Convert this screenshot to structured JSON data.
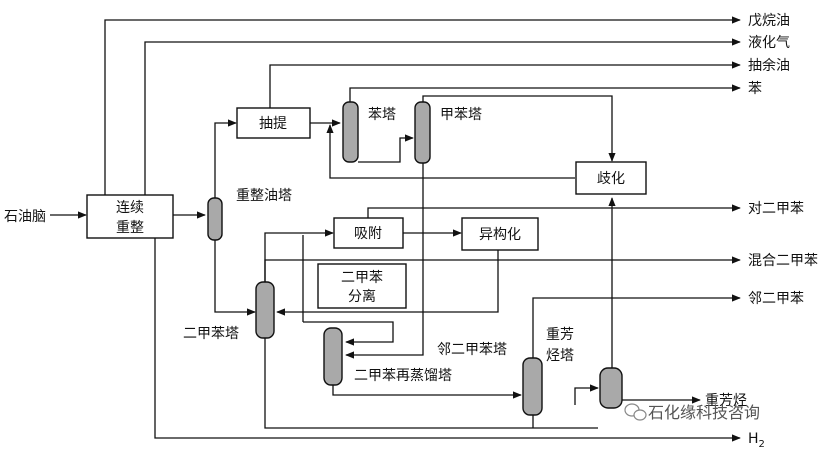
{
  "feed": "石油脑",
  "units": {
    "reformer_line1": "连续",
    "reformer_line2": "重整",
    "reformate_tower": "重整油塔",
    "extraction": "抽提",
    "benzene_tower": "苯塔",
    "toluene_tower": "甲苯塔",
    "disproportionation": "歧化",
    "adsorption": "吸附",
    "isomerization": "异构化",
    "xylene_separation_line1": "二甲苯",
    "xylene_separation_line2": "分离",
    "xylene_tower": "二甲苯塔",
    "oxylene_tower": "邻二甲苯塔",
    "xylene_rerun_tower": "二甲苯再蒸馏塔",
    "heavy_aromatics_tower_line1": "重芳",
    "heavy_aromatics_tower_line2": "烃塔"
  },
  "products": {
    "pentane_oil": "戊烷油",
    "lpg": "液化气",
    "raffinate": "抽余油",
    "benzene": "苯",
    "p_xylene": "对二甲苯",
    "mixed_xylene": "混合二甲苯",
    "o_xylene": "邻二甲苯",
    "heavy_aromatics": "重芳烃",
    "h2": "H",
    "h2_subscript": "2"
  },
  "watermark": "石化缘科技咨询"
}
